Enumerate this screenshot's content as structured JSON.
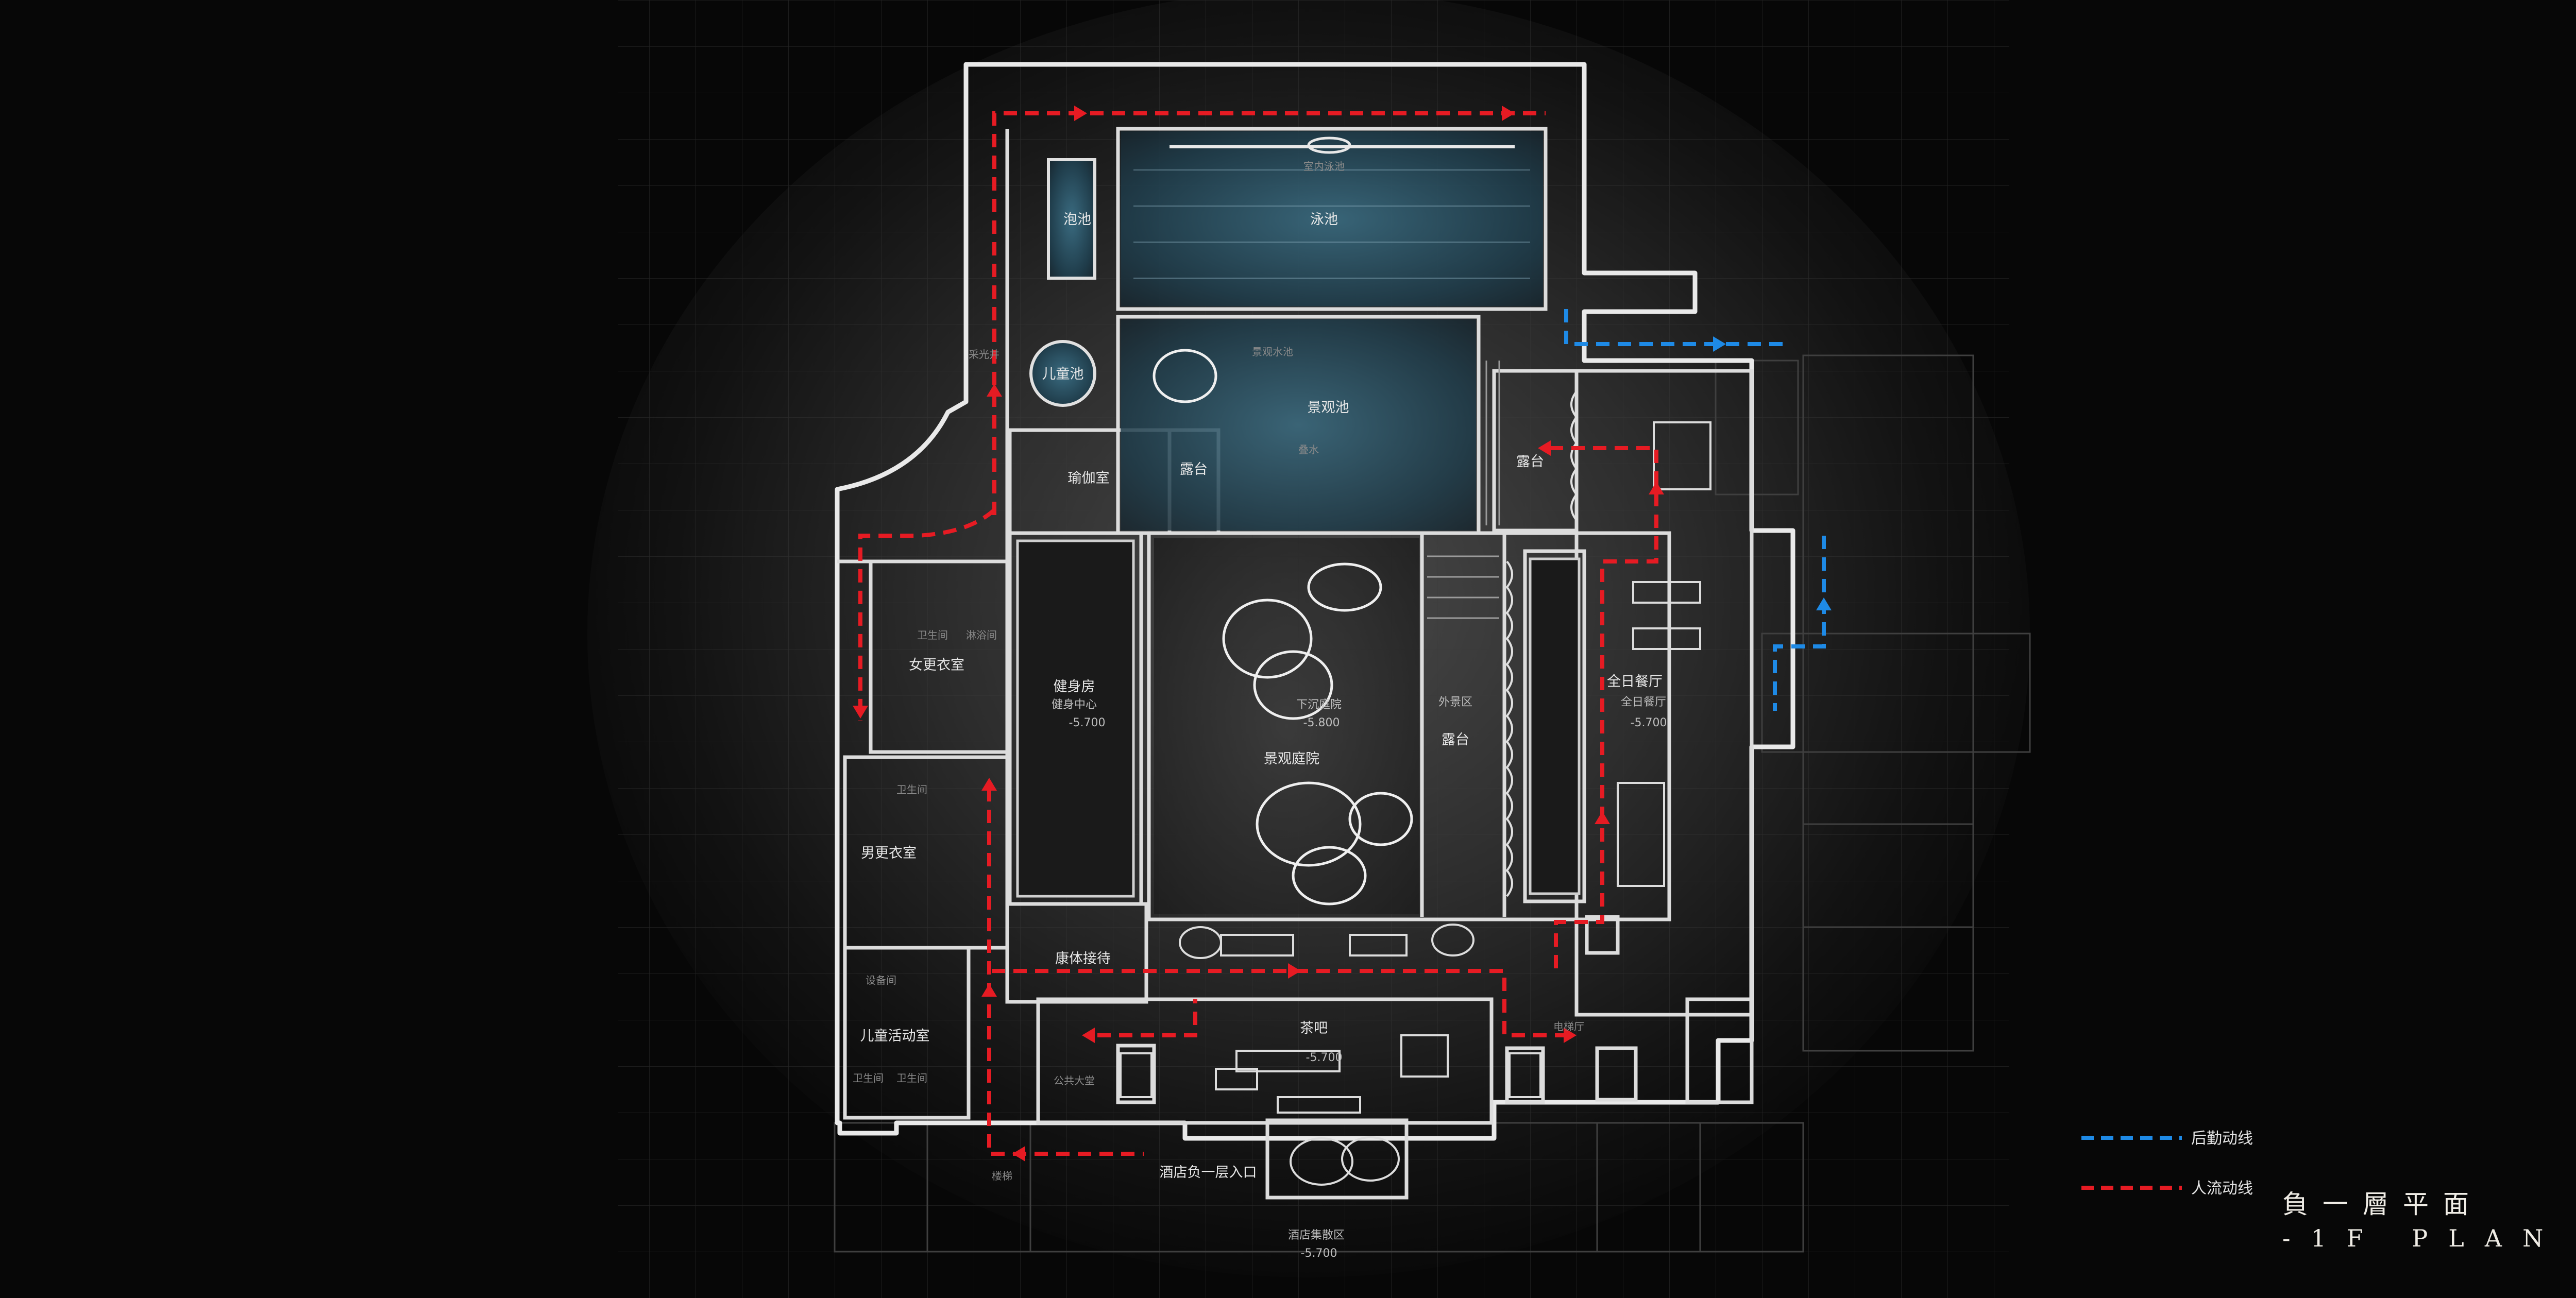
{
  "plan": {
    "rooms": {
      "spa_pool": "泡池",
      "swimming_pool": "泳池",
      "kids_pool": "儿童池",
      "landscape_pool": "景观池",
      "yoga_room": "瑜伽室",
      "terrace_small": "露台",
      "terrace_east": "露台",
      "womens_locker": "女更衣室",
      "gym": "健身房",
      "courtyard": "景观庭院",
      "terrace_center": "露台",
      "all_day_dining": "全日餐厅",
      "mens_locker": "男更衣室",
      "wellness_reception": "康体接待",
      "kids_activity": "儿童活动室",
      "tea_bar": "茶吧",
      "hotel_entrance": "酒店负一层入口"
    },
    "faint": {
      "gym_sub": "健身中心",
      "gym_level": "-5.700",
      "court_sub": "下沉庭院",
      "court_level": "-5.800",
      "outdoor": "外景区",
      "dining_sub": "全日餐厅",
      "dining_level": "-5.700",
      "tea_level": "-5.700",
      "bottom_sub": "酒店集散区",
      "bottom_level": "-5.700",
      "men_wc": "卫生间",
      "women_wc": "卫生间",
      "shower": "淋浴间",
      "kid_wc1": "卫生间",
      "kid_wc2": "卫生间",
      "equipment": "设备间",
      "stair": "楼梯",
      "elevator": "电梯厅",
      "lounge": "公共大堂",
      "indoor_pool": "室内泳池",
      "land_water": "景观水池",
      "light_well": "采光井",
      "waterfall": "叠水"
    }
  },
  "legend": {
    "items": [
      {
        "label": "后勤动线",
        "color": "#1e8ae6"
      },
      {
        "label": "人流动线",
        "color": "#e61b23"
      }
    ]
  },
  "title": {
    "cn": "負一層平面",
    "en": "-1F PLAN"
  },
  "colors": {
    "service_flow": "#1e8ae6",
    "people_flow": "#e61b23",
    "walls": "#e9e9e9",
    "water": "#4d7f95"
  }
}
